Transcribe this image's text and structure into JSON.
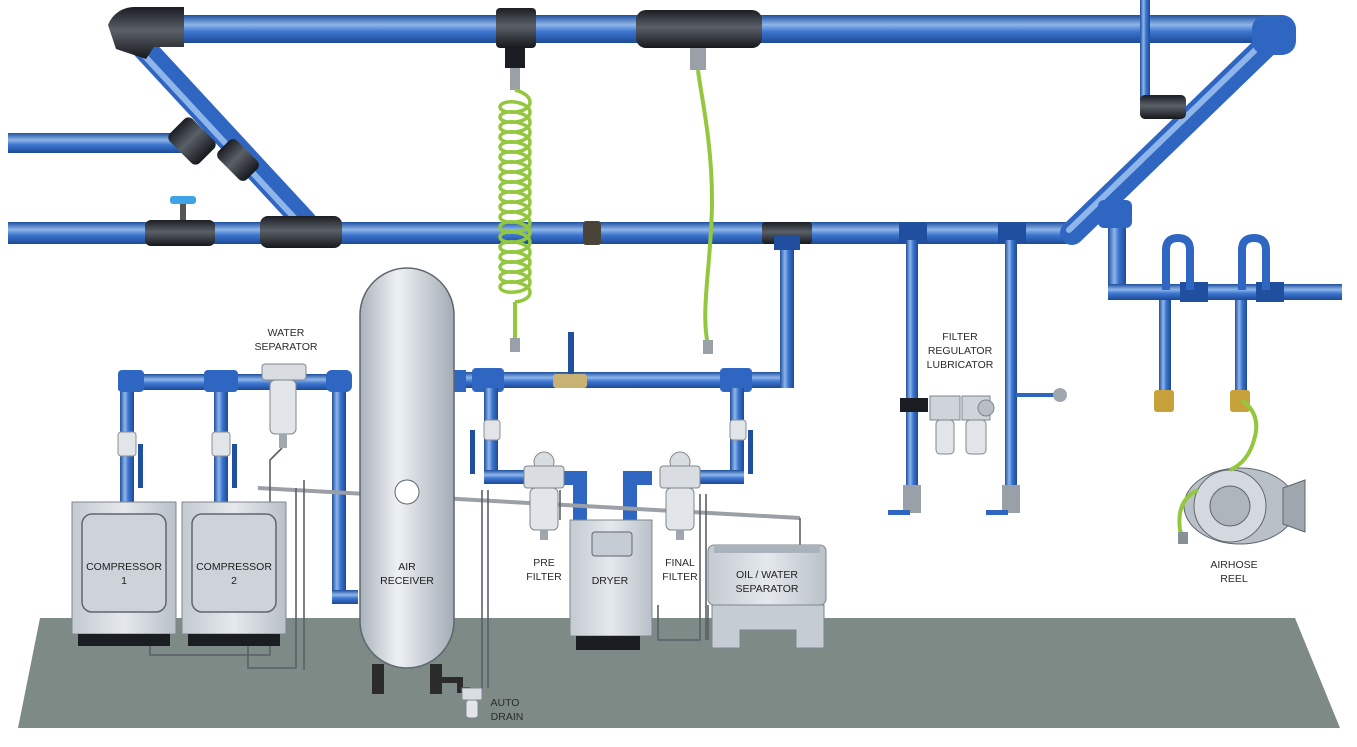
{
  "labels": {
    "water_separator": [
      "WATER",
      "SEPARATOR"
    ],
    "filter_regulator_lubricator": [
      "FILTER",
      "REGULATOR",
      "LUBRICATOR"
    ],
    "compressor_1": [
      "COMPRESSOR",
      "1"
    ],
    "compressor_2": [
      "COMPRESSOR",
      "2"
    ],
    "air_receiver": [
      "AIR",
      "RECEIVER"
    ],
    "pre_filter": [
      "PRE",
      "FILTER"
    ],
    "dryer": "DRYER",
    "final_filter": [
      "FINAL",
      "FILTER"
    ],
    "oil_water_separator": [
      "OIL / WATER",
      "SEPARATOR"
    ],
    "airhose_reel": [
      "AIRHOSE",
      "REEL"
    ],
    "auto_drain": [
      "AUTO",
      "DRAIN"
    ]
  },
  "colors": {
    "pipe_blue": "#2e66c2",
    "pipe_highlight": "#8fb6ea",
    "fitting_dark": "#1d2127",
    "floor": "#7d8a86",
    "equipment_grey": "#d3d8de",
    "hose_green": "#93c83e"
  }
}
